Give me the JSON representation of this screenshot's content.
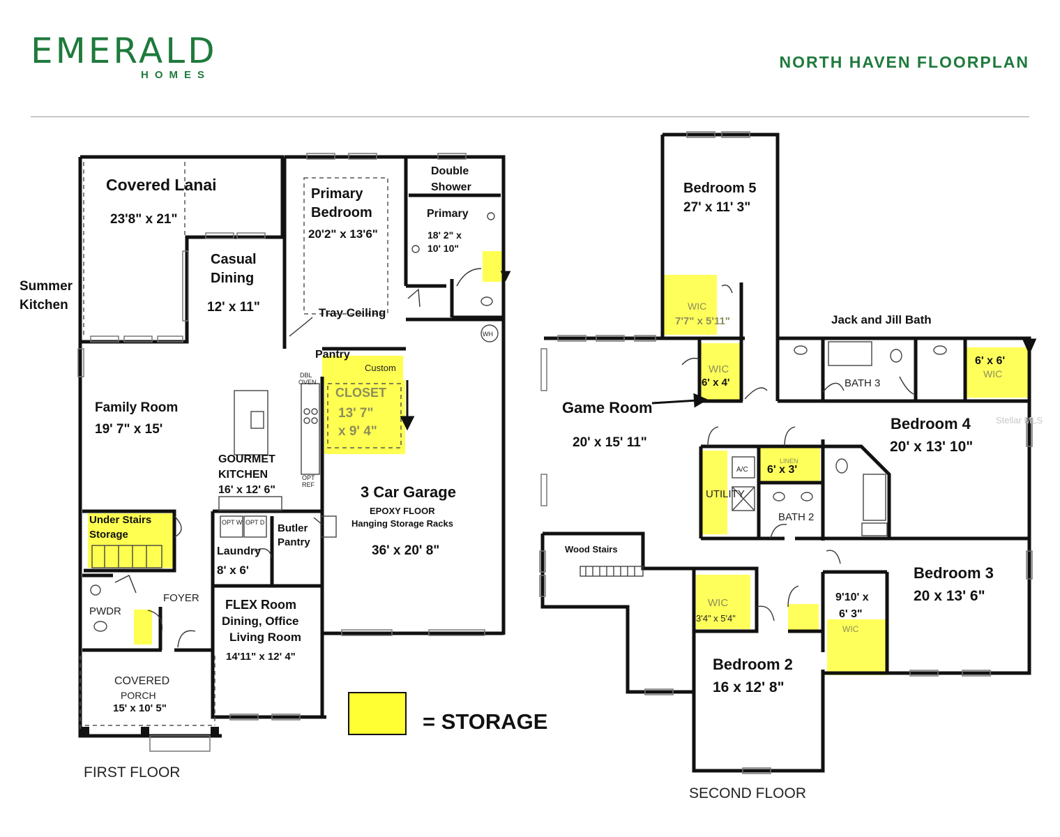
{
  "brand": {
    "name": "EMERALD",
    "sub": "HOMES",
    "color": "#1e7a3c"
  },
  "title": "NORTH HAVEN FLOORPLAN",
  "colors": {
    "storage": "#ffff33",
    "wall": "#111111"
  },
  "first_floor": {
    "caption": "FIRST FLOOR",
    "covered_lanai": {
      "name": "Covered Lanai",
      "dims": "23'8\" x 21\""
    },
    "summer_kitchen": {
      "line1": "Summer",
      "line2": "Kitchen"
    },
    "primary_bedroom": {
      "line1": "Primary",
      "line2": "Bedroom",
      "dims": "20'2\" x 13'6\""
    },
    "tray_ceiling": "Tray Ceiling",
    "double_shower": {
      "line1": "Double",
      "line2": "Shower"
    },
    "primary_bath": {
      "name": "Primary",
      "dims1": "18' 2\" x",
      "dims2": "10' 10\""
    },
    "casual_dining": {
      "line1": "Casual",
      "line2": "Dining",
      "dims": "12' x 11\""
    },
    "pantry": "Pantry",
    "custom": "Custom",
    "closet": {
      "name": "CLOSET",
      "dims1": "13' 7\"",
      "dims2": "x 9' 4\""
    },
    "wh": "WH",
    "family_room": {
      "name": "Family Room",
      "dims": "19' 7\" x 15'"
    },
    "gourmet_kitchen": {
      "line1": "GOURMET",
      "line2": "KITCHEN",
      "dims": "16' x 12' 6\""
    },
    "dbl_oven": {
      "line1": "DBL",
      "line2": "OVEN"
    },
    "opt_ref": {
      "line1": "OPT",
      "line2": "REF"
    },
    "garage": {
      "name": "3 Car Garage",
      "line1": "EPOXY FLOOR",
      "line2": "Hanging Storage Racks",
      "dims": "36' x 20' 8\""
    },
    "under_stairs": {
      "line1": "Under Stairs",
      "line2": "Storage"
    },
    "laundry": {
      "name": "Laundry",
      "dims": "8' x 6'",
      "opt_w": "OPT W",
      "opt_d": "OPT D"
    },
    "butler_pantry": {
      "line1": "Butler",
      "line2": "Pantry"
    },
    "foyer": "FOYER",
    "pwdr": "PWDR",
    "flex_room": {
      "line1": "FLEX Room",
      "line2": "Dining, Office",
      "line3": "Living Room",
      "dims": "14'11\" x 12' 4\""
    },
    "covered_porch": {
      "line1": "COVERED",
      "line2": "PORCH",
      "dims": "15' x 10' 5\""
    }
  },
  "second_floor": {
    "caption": "SECOND FLOOR",
    "bedroom5": {
      "name": "Bedroom 5",
      "dims": "27' x 11' 3\""
    },
    "wic5": {
      "name": "WIC",
      "dims": "7'7\" x 5'11\""
    },
    "jack_jill": "Jack and Jill Bath",
    "wic_game": {
      "name": "WIC",
      "dims": "6' x 4'"
    },
    "bath3": "BATH 3",
    "wic4": {
      "dims": "6' x 6'",
      "name": "WIC"
    },
    "game_room": {
      "name": "Game Room",
      "dims": "20' x 15' 11\""
    },
    "bedroom4": {
      "name": "Bedroom 4",
      "dims": "20' x 13' 10\""
    },
    "linen": {
      "name": "LINEN",
      "dims": "6' x 3'"
    },
    "ac": "A/C",
    "utility": "UTILITY",
    "bath2": "BATH 2",
    "wood_stairs": "Wood Stairs",
    "bedroom3": {
      "name": "Bedroom 3",
      "dims": "20 x 13' 6\""
    },
    "wic3": {
      "dims1": "9'10' x",
      "dims2": "6' 3\"",
      "name": "WIC"
    },
    "wic2": {
      "name": "WIC",
      "dims": "3'4\" x 5'4\""
    },
    "bedroom2": {
      "name": "Bedroom 2",
      "dims": "16 x 12' 8\""
    }
  },
  "legend": {
    "label": "= STORAGE"
  },
  "watermark": "Stellar MLS"
}
